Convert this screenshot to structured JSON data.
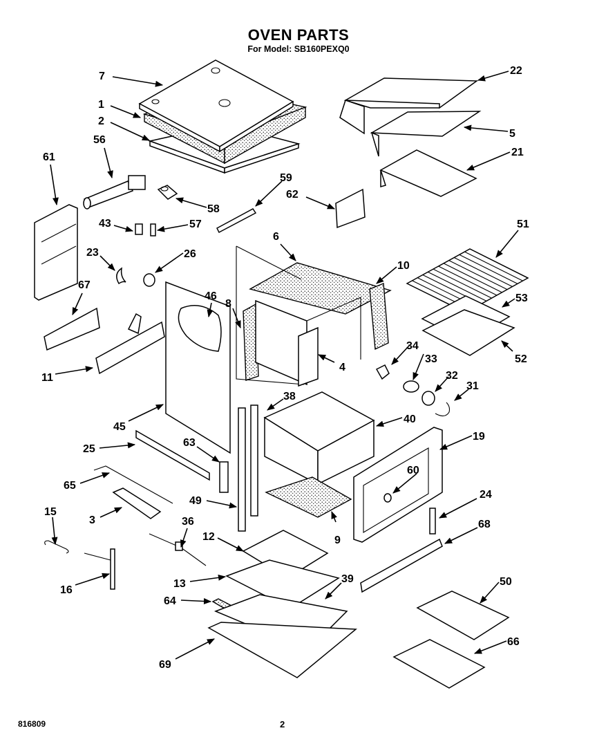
{
  "title": "OVEN PARTS",
  "subtitle": "For Model: SB160PEXQ0",
  "footer": {
    "doc_number": "816809",
    "page_number": "2"
  },
  "callouts": [
    {
      "id": "c7",
      "label": "7"
    },
    {
      "id": "c1",
      "label": "1"
    },
    {
      "id": "c2",
      "label": "2"
    },
    {
      "id": "c56",
      "label": "56"
    },
    {
      "id": "c61",
      "label": "61"
    },
    {
      "id": "c58",
      "label": "58"
    },
    {
      "id": "c59",
      "label": "59"
    },
    {
      "id": "c62",
      "label": "62"
    },
    {
      "id": "c43",
      "label": "43"
    },
    {
      "id": "c57",
      "label": "57"
    },
    {
      "id": "c22",
      "label": "22"
    },
    {
      "id": "c5",
      "label": "5"
    },
    {
      "id": "c21",
      "label": "21"
    },
    {
      "id": "c51",
      "label": "51"
    },
    {
      "id": "c23",
      "label": "23"
    },
    {
      "id": "c26",
      "label": "26"
    },
    {
      "id": "c6",
      "label": "6"
    },
    {
      "id": "c10",
      "label": "10"
    },
    {
      "id": "c67",
      "label": "67"
    },
    {
      "id": "c46",
      "label": "46"
    },
    {
      "id": "c8",
      "label": "8"
    },
    {
      "id": "c53",
      "label": "53"
    },
    {
      "id": "c52",
      "label": "52"
    },
    {
      "id": "c11",
      "label": "11"
    },
    {
      "id": "c4",
      "label": "4"
    },
    {
      "id": "c34",
      "label": "34"
    },
    {
      "id": "c33",
      "label": "33"
    },
    {
      "id": "c32",
      "label": "32"
    },
    {
      "id": "c31",
      "label": "31"
    },
    {
      "id": "c38",
      "label": "38"
    },
    {
      "id": "c45",
      "label": "45"
    },
    {
      "id": "c40",
      "label": "40"
    },
    {
      "id": "c25",
      "label": "25"
    },
    {
      "id": "c63",
      "label": "63"
    },
    {
      "id": "c19",
      "label": "19"
    },
    {
      "id": "c65",
      "label": "65"
    },
    {
      "id": "c60",
      "label": "60"
    },
    {
      "id": "c15",
      "label": "15"
    },
    {
      "id": "c3",
      "label": "3"
    },
    {
      "id": "c49",
      "label": "49"
    },
    {
      "id": "c24",
      "label": "24"
    },
    {
      "id": "c36",
      "label": "36"
    },
    {
      "id": "c9",
      "label": "9"
    },
    {
      "id": "c68",
      "label": "68"
    },
    {
      "id": "c12",
      "label": "12"
    },
    {
      "id": "c16",
      "label": "16"
    },
    {
      "id": "c13",
      "label": "13"
    },
    {
      "id": "c39",
      "label": "39"
    },
    {
      "id": "c50",
      "label": "50"
    },
    {
      "id": "c64",
      "label": "64"
    },
    {
      "id": "c66",
      "label": "66"
    },
    {
      "id": "c69",
      "label": "69"
    }
  ]
}
